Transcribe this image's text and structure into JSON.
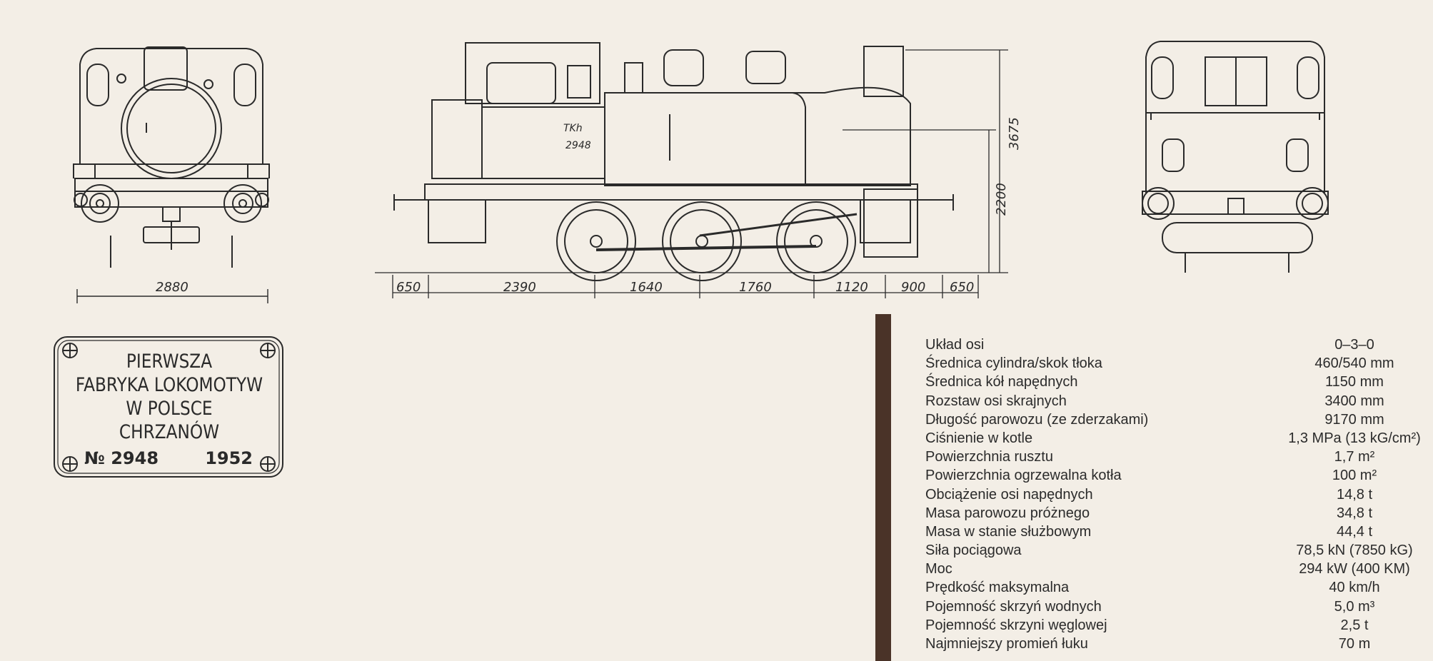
{
  "side_view": {
    "loco_label": "TKh",
    "loco_number": "2948",
    "height_total": "3675",
    "height_axle": "2200",
    "lengths": [
      "650",
      "2390",
      "1640",
      "1760",
      "1120",
      "900",
      "650"
    ]
  },
  "front_view": {
    "width": "2880"
  },
  "plate": {
    "lines": [
      "PIERWSZA",
      "FABRYKA LOKOMOTYW",
      "W POLSCE",
      "CHRZANÓW"
    ],
    "number": "№ 2948",
    "year": "1952"
  },
  "specs": [
    {
      "label": "Układ osi",
      "value": "0–3–0"
    },
    {
      "label": "Średnica cylindra/skok tłoka",
      "value": "460/540 mm"
    },
    {
      "label": "Średnica kół napędnych",
      "value": "1150 mm"
    },
    {
      "label": "Rozstaw osi skrajnych",
      "value": "3400 mm"
    },
    {
      "label": "Długość parowozu (ze zderzakami)",
      "value": "9170 mm"
    },
    {
      "label": "Ciśnienie w kotle",
      "value": "1,3 MPa (13 kG/cm²)"
    },
    {
      "label": "Powierzchnia rusztu",
      "value": "1,7 m²"
    },
    {
      "label": "Powierzchnia ogrzewalna kotła",
      "value": "100 m²"
    },
    {
      "label": "Obciążenie osi napędnych",
      "value": "14,8 t"
    },
    {
      "label": "Masa parowozu próżnego",
      "value": "34,8 t"
    },
    {
      "label": "Masa w stanie służbowym",
      "value": "44,4 t"
    },
    {
      "label": "Siła pociągowa",
      "value": "78,5 kN (7850 kG)"
    },
    {
      "label": "Moc",
      "value": "294 kW (400 KM)"
    },
    {
      "label": "Prędkość maksymalna",
      "value": "40 km/h"
    },
    {
      "label": "Pojemność skrzyń wodnych",
      "value": "5,0 m³"
    },
    {
      "label": "Pojemność skrzyni węglowej",
      "value": "2,5 t"
    },
    {
      "label": "Najmniejszy promień łuku",
      "value": "70 m"
    }
  ]
}
